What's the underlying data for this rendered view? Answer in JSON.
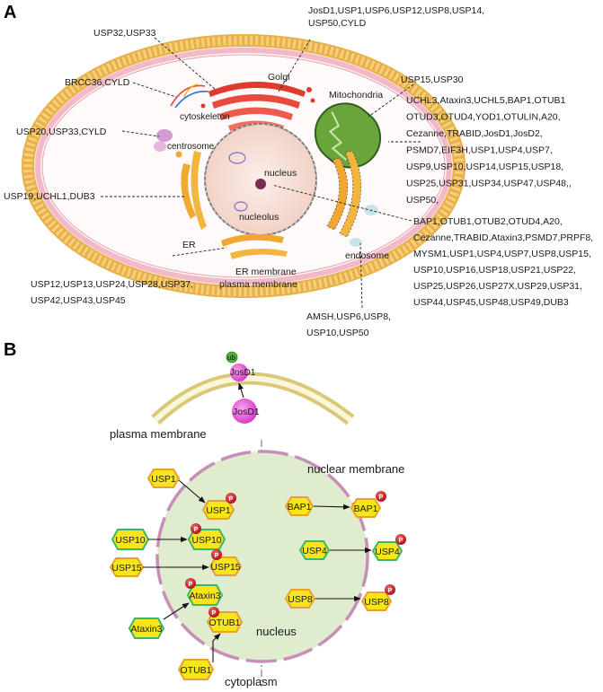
{
  "panels": {
    "a": "A",
    "b": "B"
  },
  "panel_a": {
    "organelles": {
      "golgi": "Golgi",
      "mitochondria": "Mitochondria",
      "cytoskeleton": "cytoskeleton",
      "centrosome": "centrosome",
      "nucleus": "nucleus",
      "nucleolus": "nucleolus",
      "er": "ER",
      "endosome": "endosome",
      "er_membrane": "ER membrane",
      "plasma_membrane": "plasma membrane"
    },
    "dubs": {
      "top_right": [
        "JosD1,USP1,USP6,USP12,USP8,USP14,",
        "USP50,CYLD"
      ],
      "top_left": [
        "USP32,USP33"
      ],
      "brcc": [
        "BRCC36,CYLD"
      ],
      "usp20": [
        "USP20,USP33,CYLD"
      ],
      "usp19": [
        "USP19,UCHL1,DUB3"
      ],
      "usp15": [
        "USP15,USP30"
      ],
      "cytoplasm_list": [
        "UCHL3,Ataxin3,UCHL5,BAP1,OTUB1",
        "OTUD3,OTUD4,YOD1,OTULIN,A20,",
        "Cezanne,TRABID,JosD1,JosD2,",
        "PSMD7,EIF3H,USP1,USP4,USP7,",
        "USP9,USP10,USP14,USP15,USP18,",
        "USP25,USP31,USP34,USP47,USP48,,",
        "USP50,"
      ],
      "nucleus_list": [
        "BAP1,OTUB1,OTUB2,OTUD4,A20,",
        "Cezanne,TRABID,Ataxin3,PSMD7,PRPF8,",
        "MYSM1,USP1,USP4,USP7,USP8,USP15,",
        "USP10,USP16,USP18,USP21,USP22,",
        "USP25,USP26,USP27X,USP29,USP31,",
        "USP44,USP45,USP48,USP49,DUB3"
      ],
      "er_list": [
        "USP12,USP13,USP24,USP28,USP37,",
        "USP42,USP43,USP45"
      ],
      "endosome_list": [
        "AMSH,USP6,USP8,",
        "USP10,USP50"
      ]
    }
  },
  "panel_b": {
    "ub": "ub",
    "josd1_membrane": "JosD1",
    "josd1_free": "JosD1",
    "plasma_membrane": "plasma membrane",
    "nuclear_membrane": "nuclear membrane",
    "nucleus": "nucleus",
    "cytoplasm": "cytoplasm",
    "phospho": "P",
    "left_from": [
      "USP1",
      "USP10",
      "USP15",
      "Ataxin3",
      "OTUB1"
    ],
    "left_to": [
      "USP1",
      "USP10",
      "USP15",
      "Ataxin3",
      "OTUB1"
    ],
    "right_from": [
      "BAP1",
      "USP4",
      "USP8"
    ],
    "right_to": [
      "BAP1",
      "USP4",
      "USP8"
    ]
  },
  "colors": {
    "membrane": "#f2c84a",
    "membrane_inner": "#f6b8c6",
    "golgi": "#e03a2e",
    "mito": "#6aa53b",
    "er": "#f0a830",
    "nucleus_fill": "#f7e3dc",
    "hex_fill": "#f7e51b",
    "josd1": "#e455d4",
    "phospho": "#c8202a",
    "nucleus_b": "#dfeccd"
  }
}
